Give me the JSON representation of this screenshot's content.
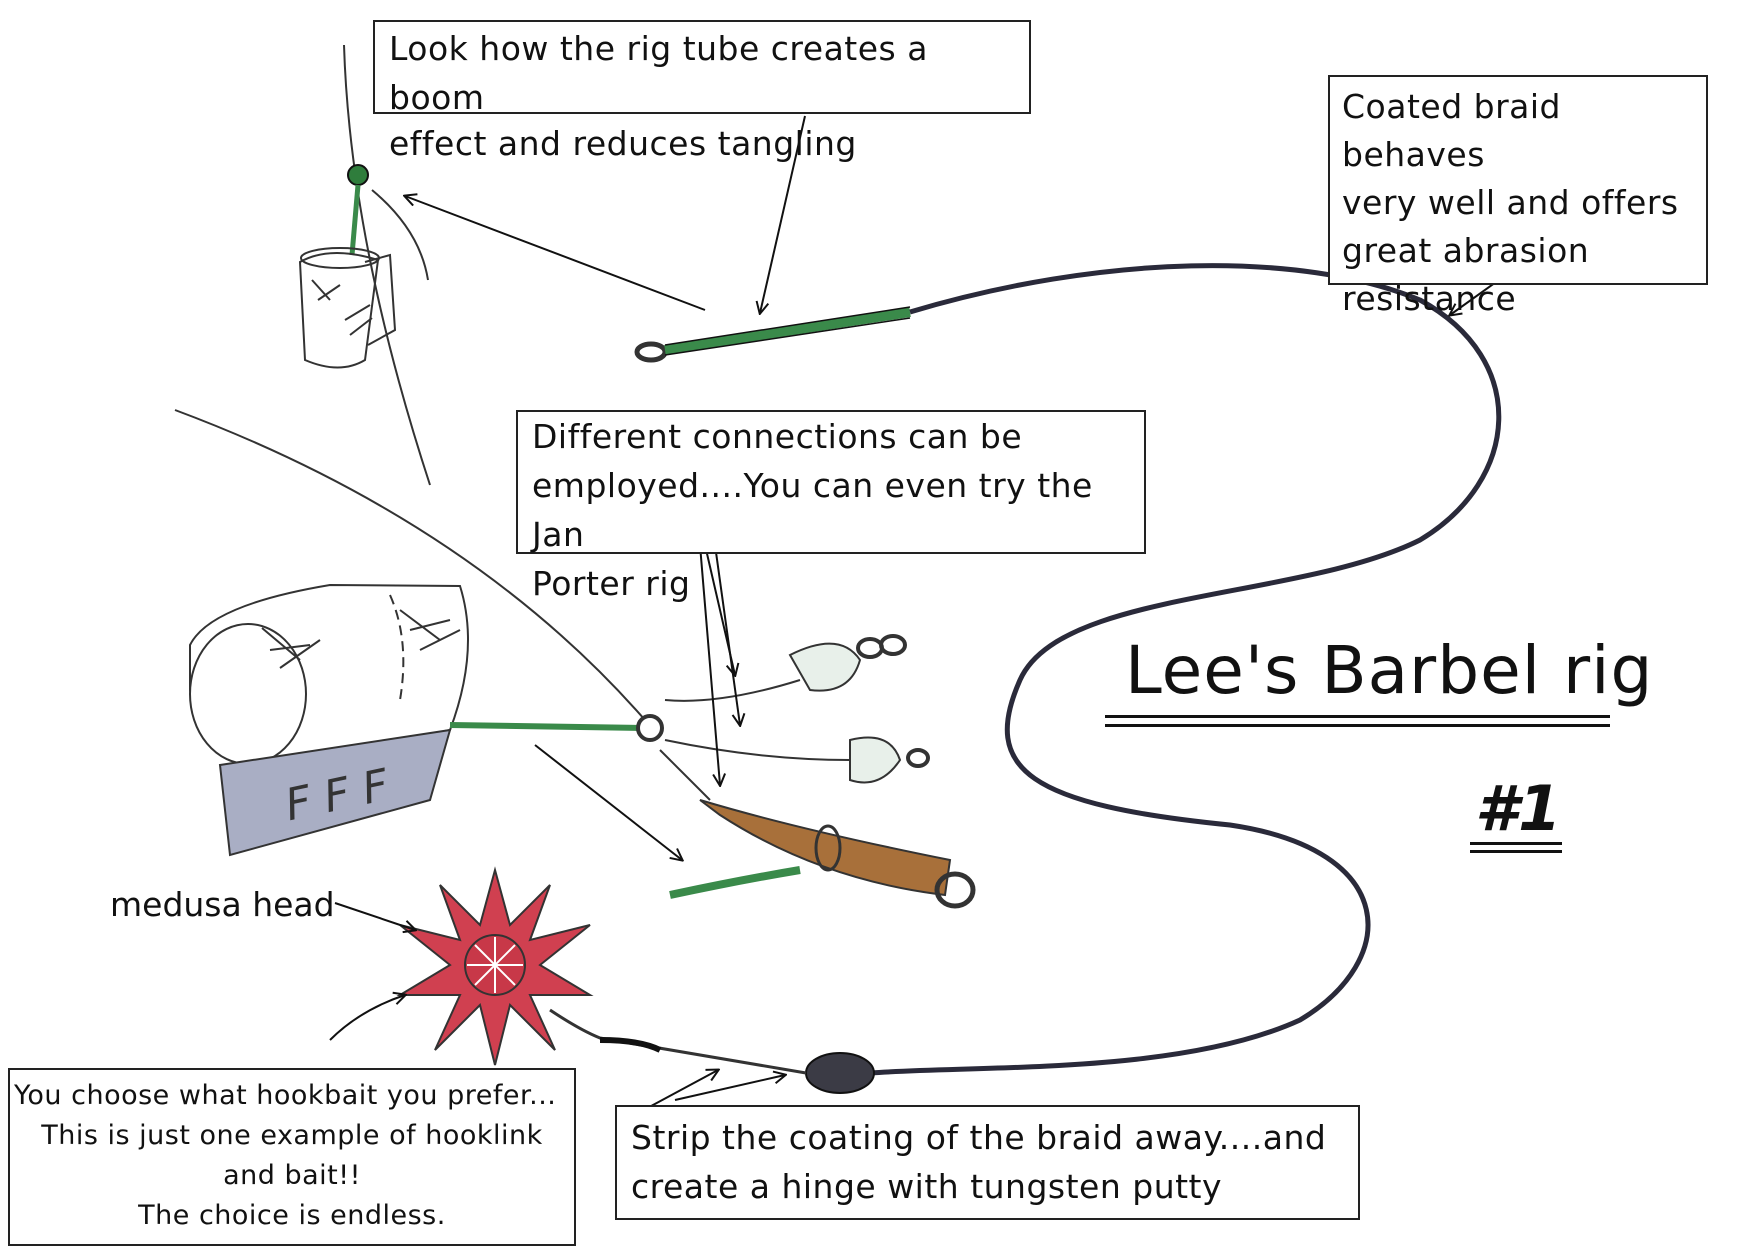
{
  "title": "Lee's Barbel rig",
  "number": "#1",
  "labels": {
    "medusa": "medusa head"
  },
  "callouts": {
    "rig_tube": [
      "Look how the rig tube creates a boom",
      "effect and reduces tangling"
    ],
    "braid": [
      "Coated braid behaves",
      "very well and offers",
      "great abrasion",
      "resistance"
    ],
    "connections": [
      "Different connections can be",
      "employed....You can even try the Jan",
      "Porter rig"
    ],
    "hookbait": [
      "You choose what hookbait you prefer...",
      "This is just one example of hooklink",
      "and bait!!",
      "The choice is endless."
    ],
    "hinge": [
      "Strip the coating of the braid away....and",
      "create a hinge with tungsten putty"
    ]
  },
  "feeder_marks": "F F F",
  "colors": {
    "ink": "#111111",
    "tube_green": "#3a8a4a",
    "braid": "#2a2a3a",
    "petal_red": "#d04050",
    "putty": "#3b3b45",
    "sleeve_brown": "#a8703a",
    "feeder_grey": "#a9aec4"
  }
}
